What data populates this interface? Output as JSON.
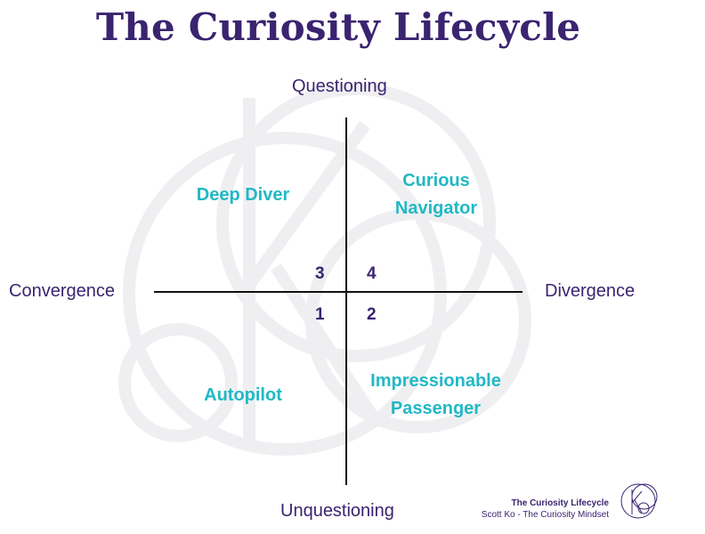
{
  "title": "The Curiosity Lifecycle",
  "axes": {
    "top": "Questioning",
    "bottom": "Unquestioning",
    "left": "Convergence",
    "right": "Divergence"
  },
  "quadrants": [
    {
      "number": "1",
      "label_lines": [
        "Autopilot"
      ]
    },
    {
      "number": "2",
      "label_lines": [
        "Impressionable",
        "Passenger"
      ]
    },
    {
      "number": "3",
      "label_lines": [
        "Deep Diver"
      ]
    },
    {
      "number": "4",
      "label_lines": [
        "Curious",
        "Navigator"
      ]
    }
  ],
  "credit": {
    "title": "The Curiosity Lifecycle",
    "subtitle": "Scott Ko - The Curiosity Mindset"
  },
  "colors": {
    "primary": "#3a2470",
    "accent": "#22b8c4",
    "axis_line": "#111111",
    "watermark": "#f1f1f3"
  },
  "icons": {
    "logo": "ko-monogram-icon",
    "watermark": "ko-monogram-watermark"
  }
}
